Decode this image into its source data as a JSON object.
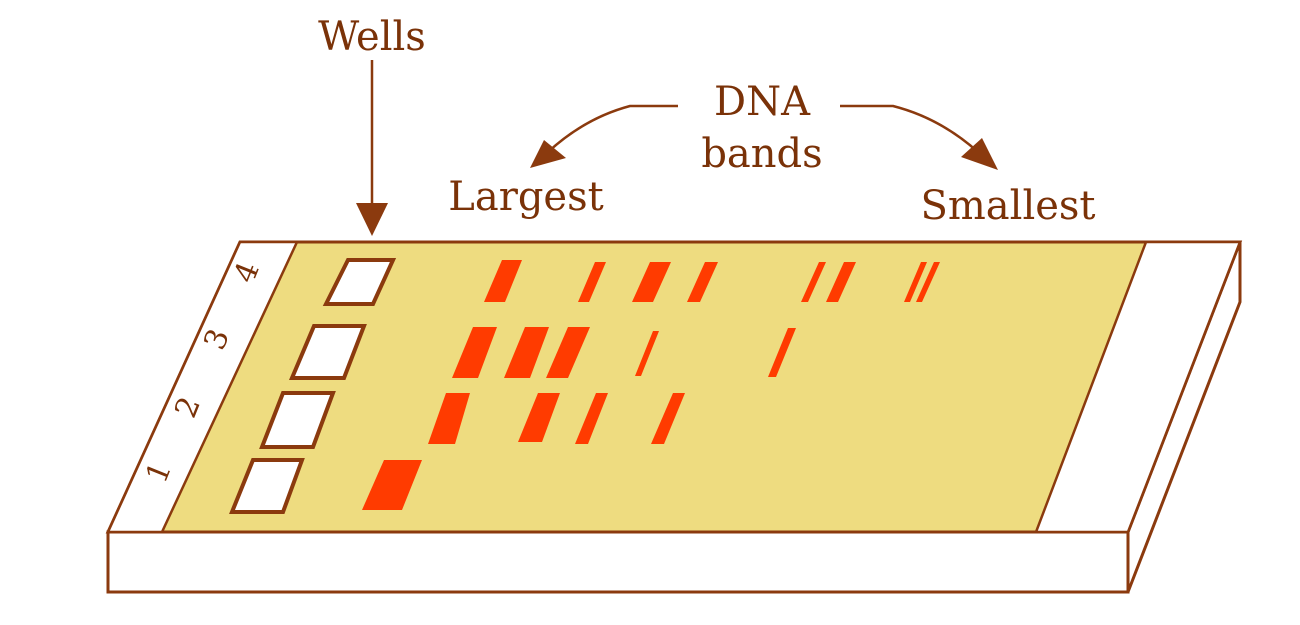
{
  "labels": {
    "wells": "Wells",
    "dna_line1": "DNA",
    "dna_line2": "bands",
    "largest": "Largest",
    "smallest": "Smallest"
  },
  "lanes": [
    "1",
    "2",
    "3",
    "4"
  ],
  "colors": {
    "outline": "#8b3a0e",
    "gel": "#eedc80",
    "band": "#ff3b00",
    "text": "#7a3208",
    "slab_side": "#ffffff",
    "well": "#ffffff"
  }
}
